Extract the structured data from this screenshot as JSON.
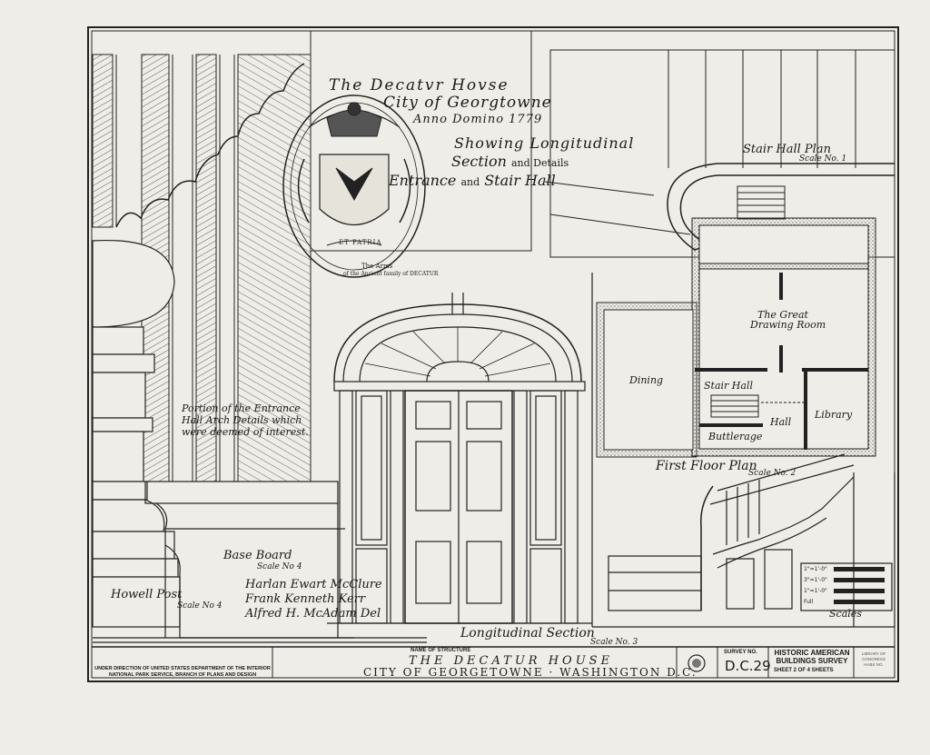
{
  "title": {
    "line1": "The Decatvr Hovse",
    "line2": "City of Georgtowne",
    "line3": "Anno Domino 1779",
    "line4": "Showing Longitudinal",
    "line5": "Section",
    "line5_small": "and Details",
    "line6_a": "Entrance",
    "line6_and": "and",
    "line6_b": "Stair Hall"
  },
  "arms": {
    "motto": "ET PATRIA",
    "caption1": "The Arms",
    "caption2": "of the Ancient family of DECATUR"
  },
  "stair_hall_plan": {
    "label": "Stair Hall Plan",
    "scale": "Scale No. 1"
  },
  "floor_plan": {
    "label": "First Floor Plan",
    "scale": "Scale No. 2",
    "rooms": {
      "drawing_room_1": "The Great",
      "drawing_room_2": "Drawing Room",
      "dining": "Dining",
      "stair_hall": "Stair Hall",
      "hall": "Hall",
      "library": "Library",
      "buttery": "Buttlerage"
    }
  },
  "entrance_note": "Portion of the Entrance Hall Arch Details which were deemed of interest.",
  "base_board": {
    "label": "Base Board",
    "scale": "Scale No 4"
  },
  "howell": {
    "label": "Howell Post",
    "scale": "Scale No 4"
  },
  "drafters": [
    "Harlan Ewart McClure",
    "Frank Kenneth Kerr",
    "Alfred H. McAdam Del"
  ],
  "longitudinal": {
    "label": "Longitudinal Section",
    "scale": "Scale No. 3"
  },
  "scales": {
    "label": "Scales",
    "rows": [
      "1\"=1'-0\"",
      "3\"=1'-0\"",
      "1\"=1'-0\"",
      "Full"
    ]
  },
  "title_block": {
    "agency": "UNDER DIRECTION OF UNITED STATES DEPARTMENT OF THE INTERIOR NATIONAL PARK SERVICE, BRANCH OF PLANS AND DESIGN",
    "structure_label": "NAME OF STRUCTURE",
    "structure_name": "THE DECATUR HOUSE",
    "city": "CITY OF GEORGETOWNE · WASHINGTON D.C.",
    "survey_label": "SURVEY NO.",
    "survey_no": "D.C.29",
    "habs": "HISTORIC AMERICAN BUILDINGS SURVEY",
    "sheet": "SHEET 2 OF 4 SHEETS",
    "library": "LIBRARY OF CONGRESS HABS NO."
  }
}
